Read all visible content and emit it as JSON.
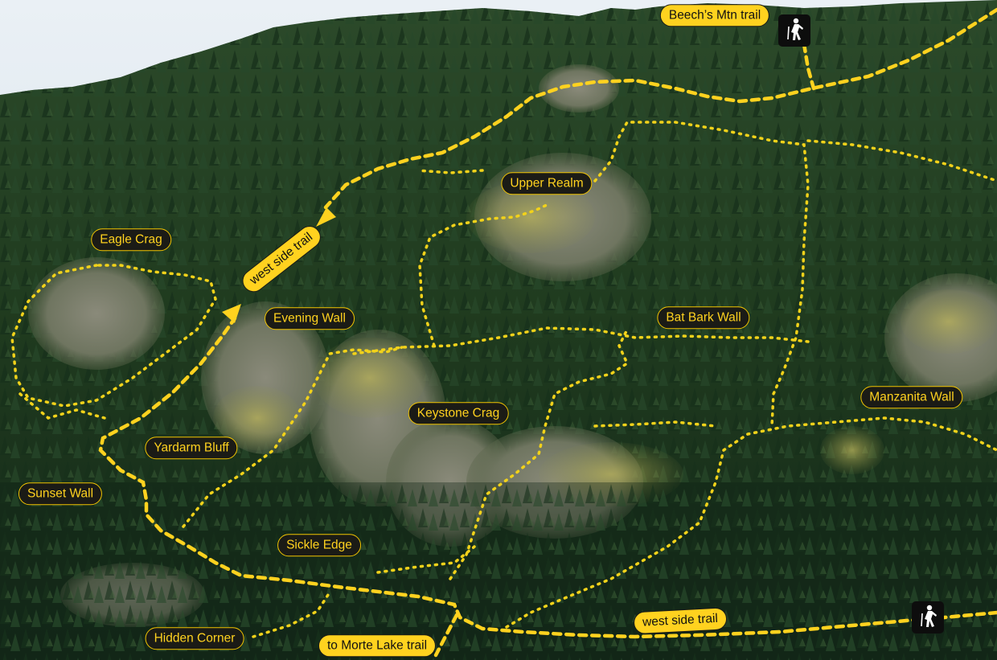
{
  "map": {
    "labels": {
      "beechs_mtn_trail": "Beech’s Mtn trail",
      "upper_realm": "Upper Realm",
      "eagle_crag": "Eagle Crag",
      "west_side_trail_upper": "west side trail",
      "evening_wall": "Evening Wall",
      "bat_bark_wall": "Bat Bark Wall",
      "manzanita_wall": "Manzanita Wall",
      "keystone_crag": "Keystone Crag",
      "yardarm_bluff": "Yardarm Bluff",
      "sunset_wall": "Sunset Wall",
      "sickle_edge": "Sickle Edge",
      "hidden_corner": "Hidden Corner",
      "to_morte_lake_trail": "to Morte Lake trail",
      "west_side_trail_lower": "west side trail"
    },
    "icons": {
      "trailhead": "hiker-icon"
    },
    "colors": {
      "trail": "#ffd21f",
      "label_dark_bg": "#1b1b16",
      "label_dark_text": "#ffd21f",
      "label_light_bg": "#ffd21f",
      "label_light_text": "#111111",
      "sky": "#dfe8f0",
      "forest": "#1f3a1e"
    }
  }
}
